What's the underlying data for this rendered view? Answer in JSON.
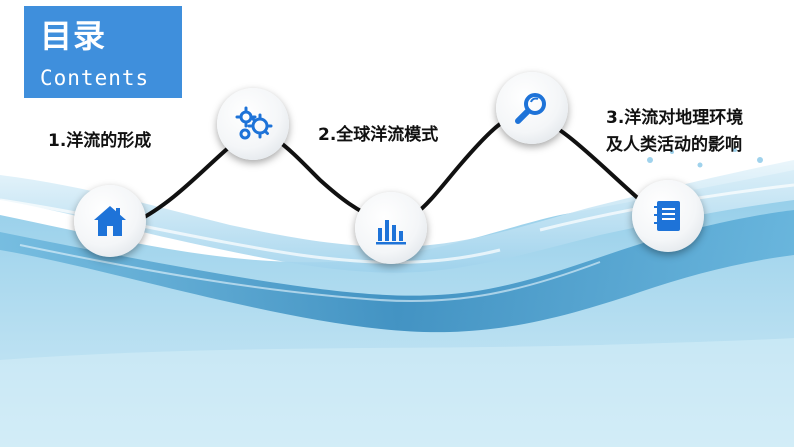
{
  "header": {
    "title": "目录",
    "subtitle": "Contents"
  },
  "items": [
    {
      "label": "1.洋流的形成",
      "icon": "home-icon"
    },
    {
      "label": "2.全球洋流模式",
      "icon": "bar-chart-icon"
    },
    {
      "label_line1": "3.洋流对地理环境",
      "label_line2": "及人类活动的影响",
      "icon": "notebook-icon"
    }
  ],
  "decor_icons": [
    "gears-icon",
    "magnifier-icon"
  ],
  "colors": {
    "accent": "#3f8fdc",
    "icon_blue": "#1e73d8",
    "line": "#111111",
    "water_light": "#bfe2f2",
    "water_dark": "#3d93c4"
  }
}
